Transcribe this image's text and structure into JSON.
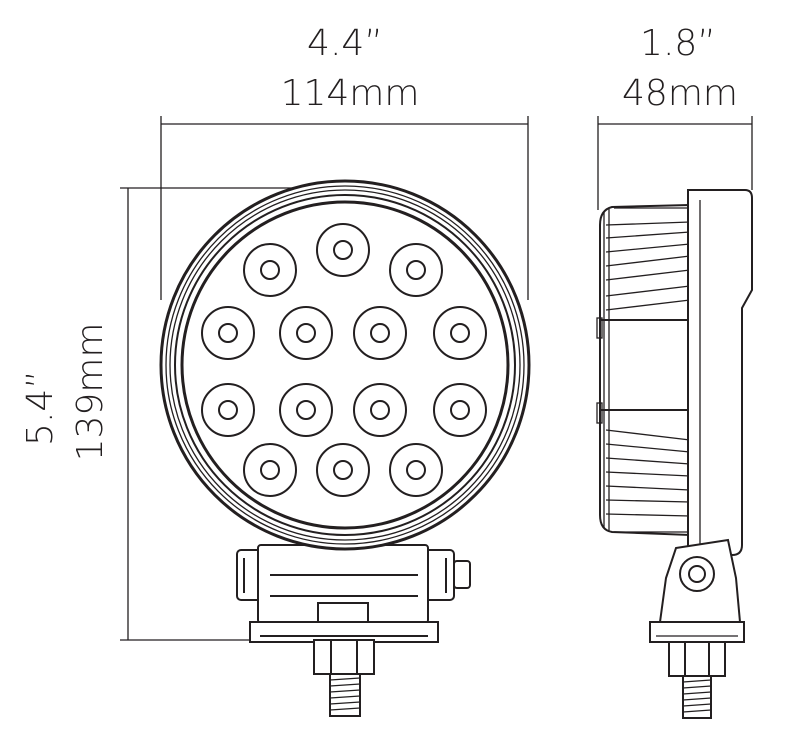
{
  "dimensions": {
    "width_in": "4.4”",
    "width_mm": "114mm",
    "depth_in": "1.8”",
    "depth_mm": "48mm",
    "height_in": "5.4”",
    "height_mm": "139mm"
  },
  "front_view": {
    "led_count": 14
  },
  "colors": {
    "line": "#231f20",
    "background": "#ffffff"
  }
}
